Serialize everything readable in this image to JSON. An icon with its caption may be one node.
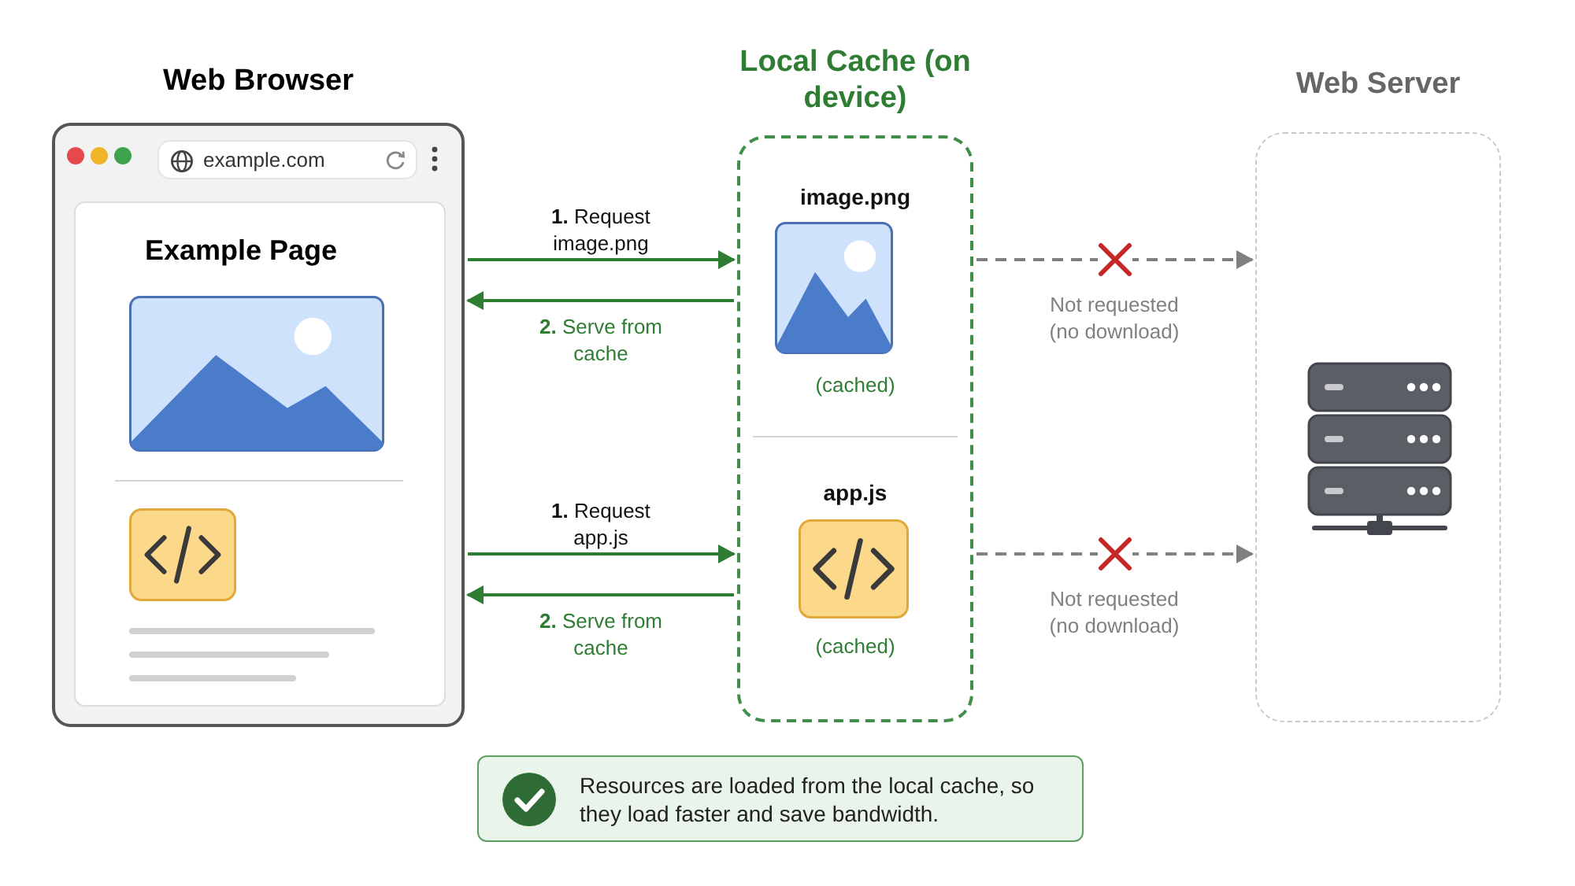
{
  "diagram": {
    "nodes": [
      {
        "text": [
          "Web Browser"
        ]
      },
      {
        "text": [
          "example.com"
        ],
        "in": 0
      },
      {
        "text": [
          "Example Page"
        ],
        "in": 0
      },
      {
        "text": [
          "Local Cache (on device)",
          "image.png",
          "(cached)",
          "app.js",
          "(cached)"
        ]
      },
      {
        "text": [
          "Web Server"
        ]
      },
      {
        "text": [
          "Resources are loaded from the local cache, so they load faster and save bandwidth."
        ]
      }
    ],
    "edges": [
      {
        "from": 0,
        "to": 3,
        "arrow": "to",
        "label": "**1.** Request image.png"
      },
      {
        "from": 3,
        "to": 0,
        "arrow": "to",
        "label": "**2.** Serve from cache"
      },
      {
        "from": 0,
        "to": 3,
        "arrow": "to",
        "label": "**1.** Request app.js"
      },
      {
        "from": 3,
        "to": 0,
        "arrow": "to",
        "label": "**2.** Serve from cache"
      },
      {
        "from": 3,
        "to": 4,
        "arrow": "to",
        "label": "Not requested (no download)",
        "style": "dashed",
        "color": "#808080"
      },
      {
        "from": 3,
        "to": 4,
        "arrow": "to",
        "label": "Not requested (no download)",
        "style": "dashed",
        "color": "#808080"
      }
    ]
  }
}
